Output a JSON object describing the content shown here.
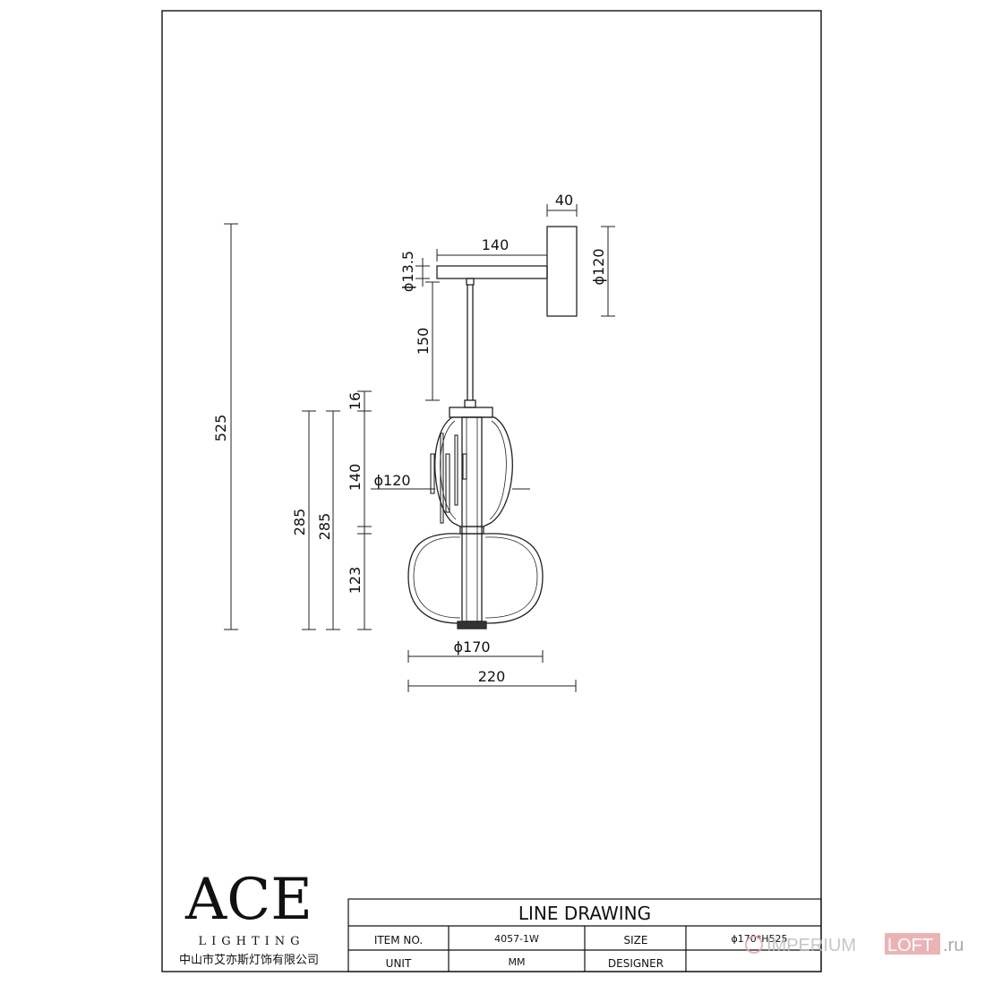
{
  "dimensions": {
    "total_height": "525",
    "outer_285_a": "285",
    "outer_285_b": "285",
    "top_16": "16",
    "upper_140": "140",
    "lower_123": "123",
    "stem_150": "150",
    "tube_dia": "ϕ13.5",
    "arm_140": "140",
    "plate_40": "40",
    "plate_dia": "ϕ120",
    "upper_dia": "ϕ120",
    "lower_dia": "ϕ170",
    "overall_220": "220"
  },
  "title_block": {
    "title": "LINE DRAWING",
    "item_label": "ITEM NO.",
    "item_value": "4057-1W",
    "size_label": "SIZE",
    "size_value": "ϕ170*H525",
    "unit_label": "UNIT",
    "unit_value": "MM",
    "designer_label": "DESIGNER",
    "designer_value": ""
  },
  "logo": {
    "brand": "ACE",
    "tagline": "LIGHTING",
    "company_cn": "中山市艾亦斯灯饰有限公司"
  },
  "watermark": {
    "part1": "IMPERIUM",
    "part2": "LOFT",
    "part3": ".ru",
    "color_grey": "#bdbdbd",
    "color_accent": "#e8a8a8"
  }
}
